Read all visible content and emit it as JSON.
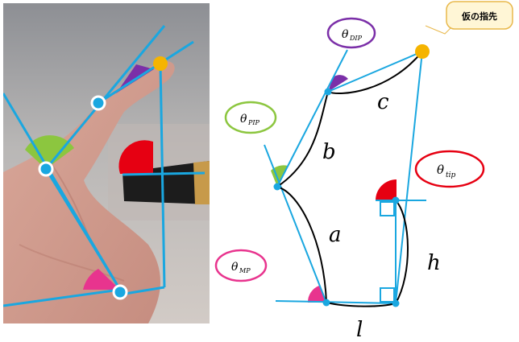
{
  "callout": {
    "label": "仮の指先"
  },
  "angle_labels": {
    "dip": {
      "symbol": "θ",
      "sub": "DIP",
      "color": "#7b2fa8"
    },
    "pip": {
      "symbol": "θ",
      "sub": "PIP",
      "color": "#8cc63f"
    },
    "tip": {
      "symbol": "θ",
      "sub": "tip",
      "color": "#e60012"
    },
    "mp": {
      "symbol": "θ",
      "sub": "MP",
      "color": "#e8348e"
    }
  },
  "segments": {
    "a": "a",
    "b": "b",
    "c": "c",
    "h": "h",
    "l": "l"
  },
  "colors": {
    "bone_line": "#1aa7e0",
    "joint_fill": "#1aa7e0",
    "joint_stroke": "#ffffff",
    "tip_point": "#f5b400",
    "arc": "#000000"
  }
}
